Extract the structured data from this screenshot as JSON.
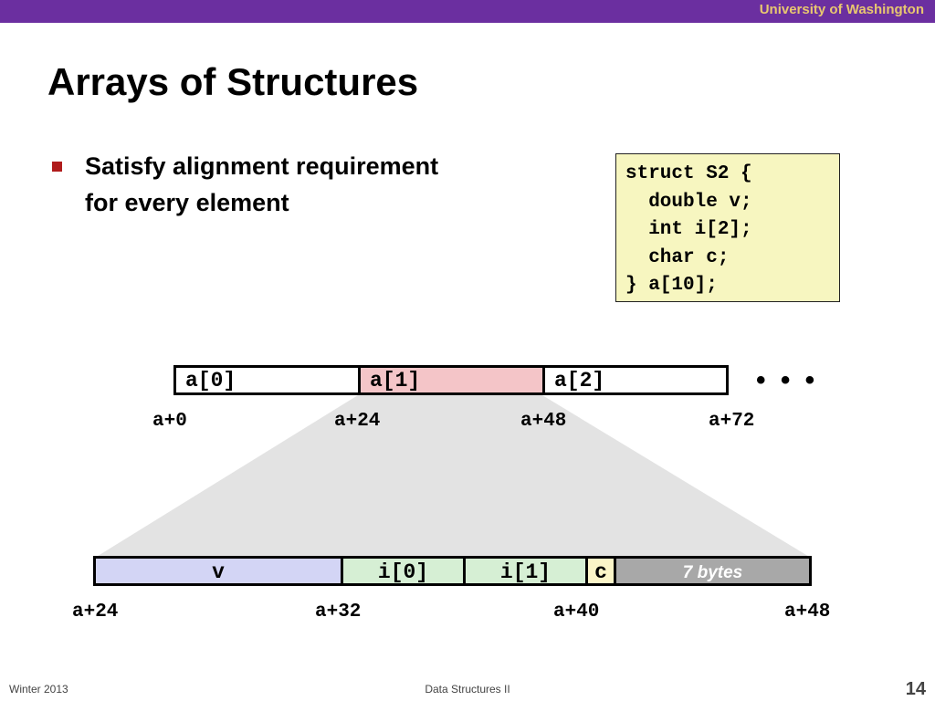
{
  "header": {
    "institution": "University of Washington"
  },
  "slide": {
    "title": "Arrays of Structures",
    "bullet_line1": "Satisfy alignment requirement",
    "bullet_line2": "for every element"
  },
  "code": {
    "lines": [
      "struct S2 {",
      "  double v;",
      "  int i[2];",
      "  char c;",
      "} a[10];"
    ]
  },
  "array_row": {
    "cells": [
      "a[0]",
      "a[1]",
      "a[2]"
    ],
    "ellipsis": "• • •",
    "offsets": [
      "a+0",
      "a+24",
      "a+48",
      "a+72"
    ]
  },
  "struct_row": {
    "cells": [
      "v",
      "i[0]",
      "i[1]",
      "c",
      "7 bytes"
    ],
    "offsets": [
      "a+24",
      "a+32",
      "a+40",
      "a+48"
    ]
  },
  "colors": {
    "topbar": "#6b2fa0",
    "institution": "#e8c770",
    "highlight": "#f4c5c8",
    "v_field": "#d3d5f5",
    "int_field": "#d6efd4",
    "char_field": "#fbf5c8",
    "padding_field": "#a8a8a8",
    "code_box": "#f7f6c0"
  },
  "footer": {
    "left": "Winter 2013",
    "center": "Data Structures II",
    "page_number": "14"
  }
}
